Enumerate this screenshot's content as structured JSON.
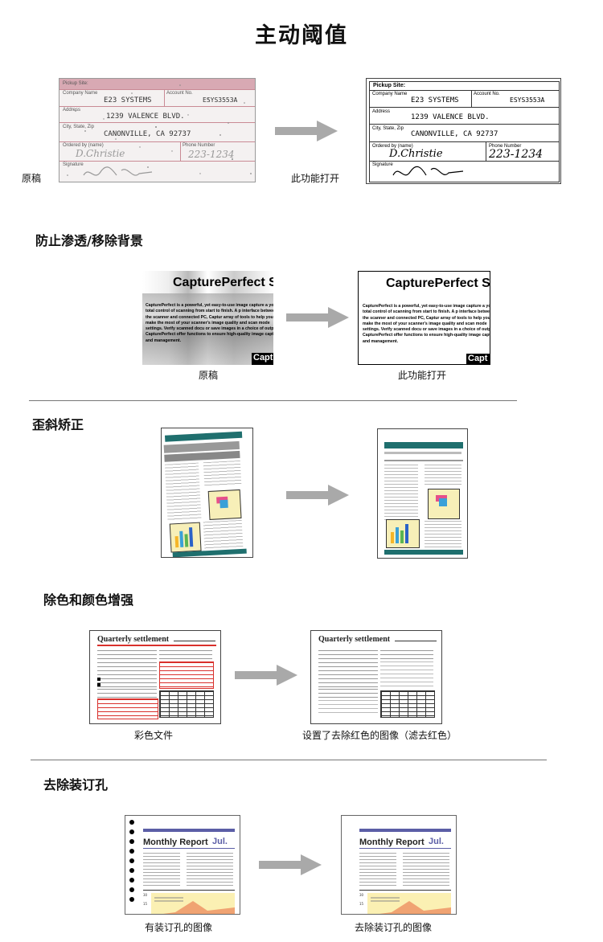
{
  "title": "主动阈值",
  "section1": {
    "caption_left": "原稿",
    "caption_right": "此功能打开",
    "form": {
      "header": "Pickup Site:",
      "company_label": "Company Name",
      "company": "E23 SYSTEMS",
      "account_label": "Account No.",
      "account": "ESYS3553A",
      "address_label": "Address",
      "address": "1239 VALENCE BLVD.",
      "city_label": "City, State, Zip",
      "city": "CANONVILLE, CA 92737",
      "ordered_label": "Ordered by (name)",
      "ordered": "D.Christie",
      "phone_label": "Phone Number",
      "phone": "223-1234",
      "signature_label": "Signature"
    }
  },
  "section2": {
    "heading": "防止渗透/移除背景",
    "caption_left": "原稿",
    "caption_right": "此功能打开",
    "doc_title": "CapturePerfect S",
    "doc_body": "CapturePerfect is a powerful, yet easy-to-use image capture a you total control of scanning from start to finish. A p interface between the scanner and connected PC, Captur array of tools to help you make the most of your scanner's image quality and scan mode settings. Verify scanned docu or save images in a choice of outputs. CapturePerfect offer functions to ensure high-quality image capture and management.",
    "doc_tag": "Capt"
  },
  "section3": {
    "heading": "歪斜矫正"
  },
  "section4": {
    "heading": "除色和颜色增强",
    "doc_title": "Quarterly settlement",
    "caption_left": "彩色文件",
    "caption_right": "设置了去除红色的图像（滤去红色）"
  },
  "section5": {
    "heading": "去除装订孔",
    "doc_title": "Monthly Report",
    "doc_month": "Jul.",
    "axis_top": "30",
    "axis_mid": "15",
    "caption_left": "有装订孔的图像",
    "caption_right": "去除装订孔的图像"
  },
  "colors": {
    "arrow": "#a9a9a9",
    "teal": "#1f6f6e",
    "report_bar": "#5b5ea6",
    "red_line": "#d9302c",
    "form_pink": "#c98a95"
  }
}
